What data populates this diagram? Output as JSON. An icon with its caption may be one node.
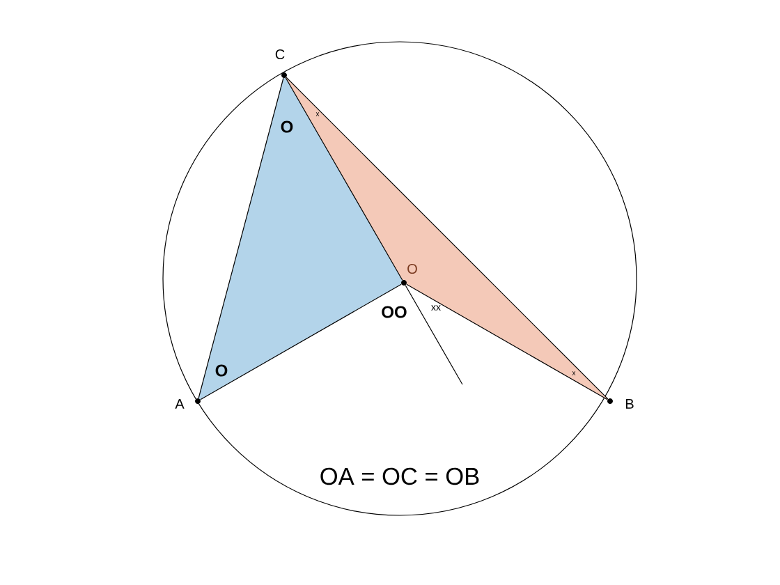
{
  "diagram": {
    "nodes": [
      {
        "text": [],
        "shape": "circle",
        "beside": [
          "C"
        ]
      },
      {
        "text": [],
        "shape": "circle",
        "beside": [
          "A"
        ]
      },
      {
        "text": [],
        "shape": "circle",
        "beside": [
          "B"
        ]
      },
      {
        "text": [],
        "shape": "circle",
        "beside": [
          "O"
        ]
      }
    ],
    "edges": [
      {
        "from": 0,
        "to": 1,
        "arrow": "none"
      },
      {
        "from": 1,
        "to": 3,
        "arrow": "none"
      },
      {
        "from": 3,
        "to": 0,
        "arrow": "none"
      },
      {
        "from": 0,
        "to": 2,
        "arrow": "none"
      },
      {
        "from": 3,
        "to": 2,
        "arrow": "none"
      },
      {
        "from": 3,
        "to": null,
        "arrow": "none"
      }
    ],
    "labels": [
      "x",
      "O",
      "xx",
      "OO",
      "O",
      "x",
      "OA = OC = OB"
    ]
  }
}
